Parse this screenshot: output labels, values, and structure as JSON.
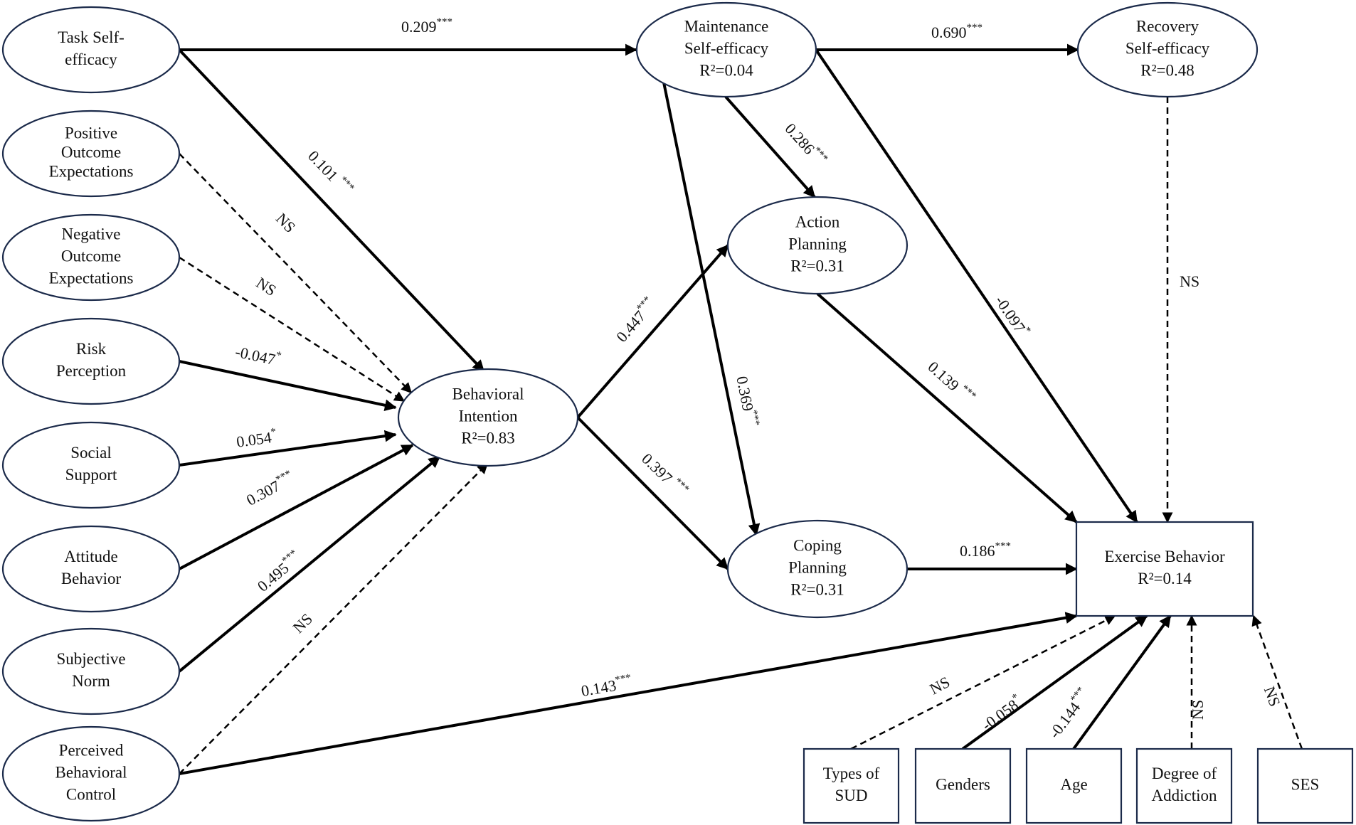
{
  "nodes": {
    "task_se": {
      "lines": [
        "Task Self-",
        "efficacy"
      ]
    },
    "pos_oe": {
      "lines": [
        "Positive",
        "Outcome",
        "Expectations"
      ]
    },
    "neg_oe": {
      "lines": [
        "Negative",
        "Outcome",
        "Expectations"
      ]
    },
    "risk": {
      "lines": [
        "Risk",
        "Perception"
      ]
    },
    "social": {
      "lines": [
        "Social",
        "Support"
      ]
    },
    "attitude": {
      "lines": [
        "Attitude",
        "Behavior"
      ]
    },
    "subjective": {
      "lines": [
        "Subjective",
        "Norm"
      ]
    },
    "pbc": {
      "lines": [
        "Perceived",
        "Behavioral",
        "Control"
      ]
    },
    "bi": {
      "lines": [
        "Behavioral",
        "Intention",
        "R²=0.83"
      ]
    },
    "maint": {
      "lines": [
        "Maintenance",
        "Self-efficacy",
        "R²=0.04"
      ]
    },
    "recovery": {
      "lines": [
        "Recovery",
        "Self-efficacy",
        "R²=0.48"
      ]
    },
    "action": {
      "lines": [
        "Action",
        "Planning",
        "R²=0.31"
      ]
    },
    "coping": {
      "lines": [
        "Coping",
        "Planning",
        "R²=0.31"
      ]
    },
    "exercise": {
      "lines": [
        "Exercise Behavior",
        "R²=0.14"
      ]
    },
    "types_sud": {
      "lines": [
        "Types of",
        "SUD"
      ]
    },
    "genders": {
      "lines": [
        "Genders"
      ]
    },
    "age": {
      "lines": [
        "Age"
      ]
    },
    "degree": {
      "lines": [
        "Degree of",
        "Addiction"
      ]
    },
    "ses": {
      "lines": [
        "SES"
      ]
    }
  },
  "paths": [
    {
      "id": "task-to-maint",
      "from": "task_se",
      "to": "maint",
      "coef": "0.209",
      "sig": "***",
      "style": "solid"
    },
    {
      "id": "task-to-bi",
      "from": "task_se",
      "to": "bi",
      "coef": "0.101 ",
      "sig": "***",
      "style": "solid"
    },
    {
      "id": "pos-to-bi",
      "from": "pos_oe",
      "to": "bi",
      "coef": "NS",
      "sig": "",
      "style": "dashed"
    },
    {
      "id": "neg-to-bi",
      "from": "neg_oe",
      "to": "bi",
      "coef": "NS",
      "sig": "",
      "style": "dashed"
    },
    {
      "id": "risk-to-bi",
      "from": "risk",
      "to": "bi",
      "coef": "-0.047",
      "sig": "*",
      "style": "solid"
    },
    {
      "id": "social-to-bi",
      "from": "social",
      "to": "bi",
      "coef": "0.054",
      "sig": "*",
      "style": "solid"
    },
    {
      "id": "attitude-to-bi",
      "from": "attitude",
      "to": "bi",
      "coef": "0.307",
      "sig": "***",
      "style": "solid"
    },
    {
      "id": "subjective-to-bi",
      "from": "subjective",
      "to": "bi",
      "coef": "0.495",
      "sig": "***",
      "style": "solid"
    },
    {
      "id": "pbc-to-bi",
      "from": "pbc",
      "to": "bi",
      "coef": "NS",
      "sig": "",
      "style": "dashed"
    },
    {
      "id": "pbc-to-exercise",
      "from": "pbc",
      "to": "exercise",
      "coef": "0.143",
      "sig": "***",
      "style": "solid"
    },
    {
      "id": "bi-to-action",
      "from": "bi",
      "to": "action",
      "coef": "0.447",
      "sig": "***",
      "style": "solid"
    },
    {
      "id": "bi-to-coping",
      "from": "bi",
      "to": "coping",
      "coef": "0.397 ",
      "sig": "***",
      "style": "solid"
    },
    {
      "id": "maint-to-recovery",
      "from": "maint",
      "to": "recovery",
      "coef": "0.690",
      "sig": "***",
      "style": "solid"
    },
    {
      "id": "maint-to-action",
      "from": "maint",
      "to": "action",
      "coef": "0.286",
      "sig": "***",
      "style": "solid"
    },
    {
      "id": "maint-to-coping",
      "from": "maint",
      "to": "coping",
      "coef": "0.369",
      "sig": "***",
      "style": "solid"
    },
    {
      "id": "maint-to-exercise",
      "from": "maint",
      "to": "exercise",
      "coef": "-0.097",
      "sig": "*",
      "style": "solid"
    },
    {
      "id": "recovery-to-exercise",
      "from": "recovery",
      "to": "exercise",
      "coef": "NS",
      "sig": "",
      "style": "dashed"
    },
    {
      "id": "action-to-exercise",
      "from": "action",
      "to": "exercise",
      "coef": "0.139 ",
      "sig": "***",
      "style": "solid"
    },
    {
      "id": "coping-to-exercise",
      "from": "coping",
      "to": "exercise",
      "coef": "0.186",
      "sig": "***",
      "style": "solid"
    },
    {
      "id": "types-to-exercise",
      "from": "types_sud",
      "to": "exercise",
      "coef": "NS",
      "sig": "",
      "style": "dashed"
    },
    {
      "id": "genders-to-exercise",
      "from": "genders",
      "to": "exercise",
      "coef": "-0.058",
      "sig": "*",
      "style": "solid"
    },
    {
      "id": "age-to-exercise",
      "from": "age",
      "to": "exercise",
      "coef": "-0.144",
      "sig": "***",
      "style": "solid"
    },
    {
      "id": "degree-to-exercise",
      "from": "degree",
      "to": "exercise",
      "coef": "NS",
      "sig": "",
      "style": "dashed"
    },
    {
      "id": "ses-to-exercise",
      "from": "ses",
      "to": "exercise",
      "coef": "NS",
      "sig": "",
      "style": "dashed"
    }
  ]
}
